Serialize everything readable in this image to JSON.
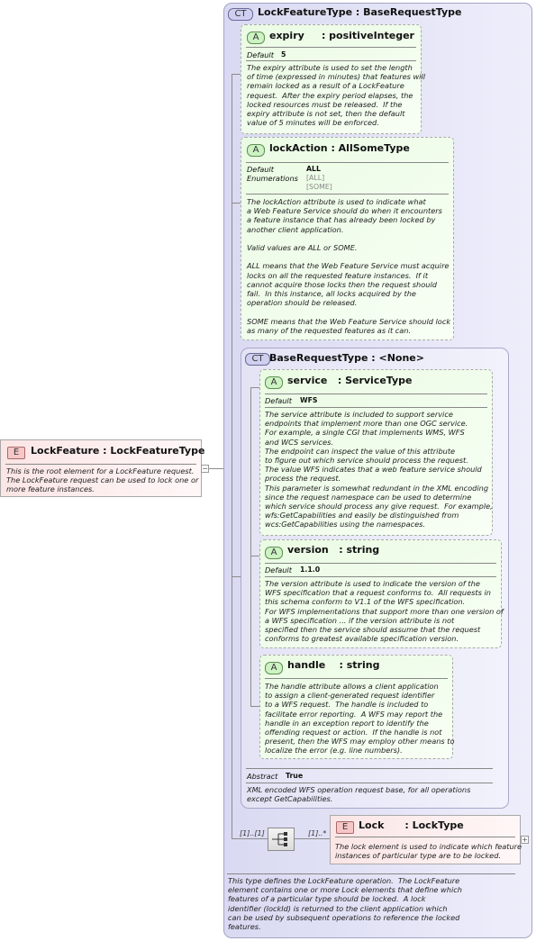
{
  "root_element": {
    "badge": "E",
    "name": "LockFeature",
    "type": "LockFeatureType",
    "title": "LockFeature : LockFeatureType",
    "doc": "This is the root element for a LockFeature request.\nThe LockFeature request can be used to lock one or\nmore feature instances."
  },
  "complex_type": {
    "badge": "CT",
    "title": "LockFeatureType : BaseRequestType",
    "attributes": [
      {
        "badge": "A",
        "title": "expiry     : positiveInteger",
        "default_label": "Default",
        "default_value": "5",
        "doc": "The expiry attribute is used to set the length\nof time (expressed in minutes) that features will\nremain locked as a result of a LockFeature\nrequest.  After the expiry period elapses, the\nlocked resources must be released.  If the\nexpiry attribute is not set, then the default\nvalue of 5 minutes will be enforced."
      },
      {
        "badge": "A",
        "title": "lockAction : AllSomeType",
        "default_label": "Default",
        "default_value": "ALL",
        "enum_label": "Enumerations",
        "enumerations": "[ALL]\n[SOME]",
        "doc": "The lockAction attribute is used to indicate what\na Web Feature Service should do when it encounters\na feature instance that has already been locked by\nanother client application.\n\nValid values are ALL or SOME.\n\nALL means that the Web Feature Service must acquire\nlocks on all the requested feature instances.  If it\ncannot acquire those locks then the request should\nfail.  In this instance, all locks acquired by the\noperation should be released.\n\nSOME means that the Web Feature Service should lock\nas many of the requested features as it can."
      }
    ],
    "base_type": {
      "badge": "CT",
      "title": "BaseRequestType : <None>",
      "attributes": [
        {
          "badge": "A",
          "title": "service   : ServiceType",
          "default_label": "Default",
          "default_value": "WFS",
          "doc": "The service attribute is included to support service\nendpoints that implement more than one OGC service.\nFor example, a single CGI that implements WMS, WFS\nand WCS services.\nThe endpoint can inspect the value of this attribute\nto figure out which service should process the request.\nThe value WFS indicates that a web feature service should\nprocess the request.\nThis parameter is somewhat redundant in the XML encoding\nsince the request namespace can be used to determine\nwhich service should process any give request.  For example,\nwfs:GetCapabilities and easily be distinguished from\nwcs:GetCapabilities using the namespaces."
        },
        {
          "badge": "A",
          "title": "version   : string",
          "default_label": "Default",
          "default_value": "1.1.0",
          "doc": "The version attribute is used to indicate the version of the\nWFS specification that a request conforms to.  All requests in\nthis schema conform to V1.1 of the WFS specification.\nFor WFS implementations that support more than one version of\na WFS specification ... if the version attribute is not\nspecified then the service should assume that the request\nconforms to greatest available specification version."
        },
        {
          "badge": "A",
          "title": "handle    : string",
          "doc": "The handle attribute allows a client application\nto assign a client-generated request identifier\nto a WFS request.  The handle is included to\nfacilitate error reporting.  A WFS may report the\nhandle in an exception report to identify the\noffending request or action.  If the handle is not\npresent, then the WFS may employ other means to\nlocalize the error (e.g. line numbers)."
        }
      ],
      "abstract_label": "Abstract",
      "abstract_value": "True",
      "doc": "XML encoded WFS operation request base, for all operations\nexcept GetCapabilities."
    },
    "sequence": {
      "occurrence": "[1]..[1]",
      "child_occurrence": "[1]..*",
      "child": {
        "badge": "E",
        "title": "Lock      : LockType",
        "doc": "The lock element is used to indicate which feature\ninstances of particular type are to be locked."
      }
    },
    "doc": "This type defines the LockFeature operation.  The LockFeature\nelement contains one or more Lock elements that define which\nfeatures of a particular type should be locked.  A lock\nidentifier (lockId) is returned to the client application which\ncan be used by subsequent operations to reference the locked\nfeatures."
  },
  "toggles": {
    "collapse": "−",
    "expand": "+"
  }
}
